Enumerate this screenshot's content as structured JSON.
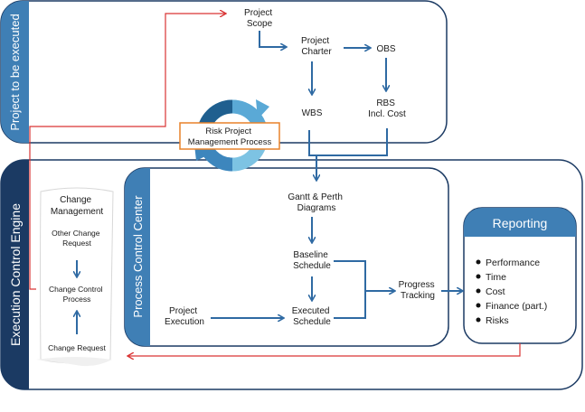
{
  "diagram": {
    "top_section_label": "Project to be executed",
    "engine_label": "Execution Control Engine",
    "process_center_label": "Process Control Center",
    "nodes": {
      "project_scope": [
        "Project",
        "Scope"
      ],
      "project_charter": [
        "Project",
        "Charter"
      ],
      "obs": [
        "OBS"
      ],
      "wbs": [
        "WBS"
      ],
      "rbs": [
        "RBS",
        "Incl. Cost"
      ],
      "risk_process": [
        "Risk Project",
        "Management Process"
      ],
      "gantt": [
        "Gantt & Perth",
        "Diagrams"
      ],
      "baseline": [
        "Baseline",
        "Schedule"
      ],
      "executed": [
        "Executed",
        "Schedule"
      ],
      "project_execution": [
        "Project",
        "Execution"
      ],
      "progress_tracking": [
        "Progress",
        "Tracking"
      ]
    },
    "change_management": {
      "title": [
        "Change",
        "Management"
      ],
      "other_request": [
        "Other Change",
        "Request"
      ],
      "control_process": [
        "Change Control",
        "Process"
      ],
      "change_request": [
        "Change Request"
      ]
    },
    "reporting": {
      "title": "Reporting",
      "items": [
        "Performance",
        "Time",
        "Cost",
        "Finance (part.)",
        "Risks"
      ]
    }
  },
  "colors": {
    "navy": "#1b3a63",
    "blue": "#3f7fb5",
    "arrow": "#2f6aa3",
    "red": "#d93434",
    "orange": "#e8822a",
    "cycle_dark": "#1f5f8f",
    "cycle_light": "#7dc3e3"
  }
}
